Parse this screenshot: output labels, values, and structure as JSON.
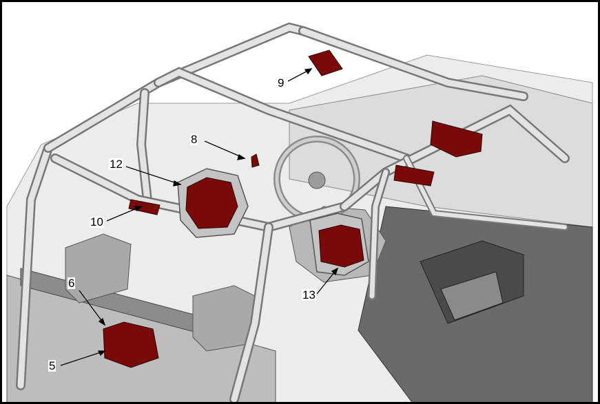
{
  "diagram": {
    "highlight_color": "#7a0a0a",
    "labels": [
      "9",
      "8",
      "12",
      "10",
      "6",
      "5",
      "13"
    ]
  }
}
